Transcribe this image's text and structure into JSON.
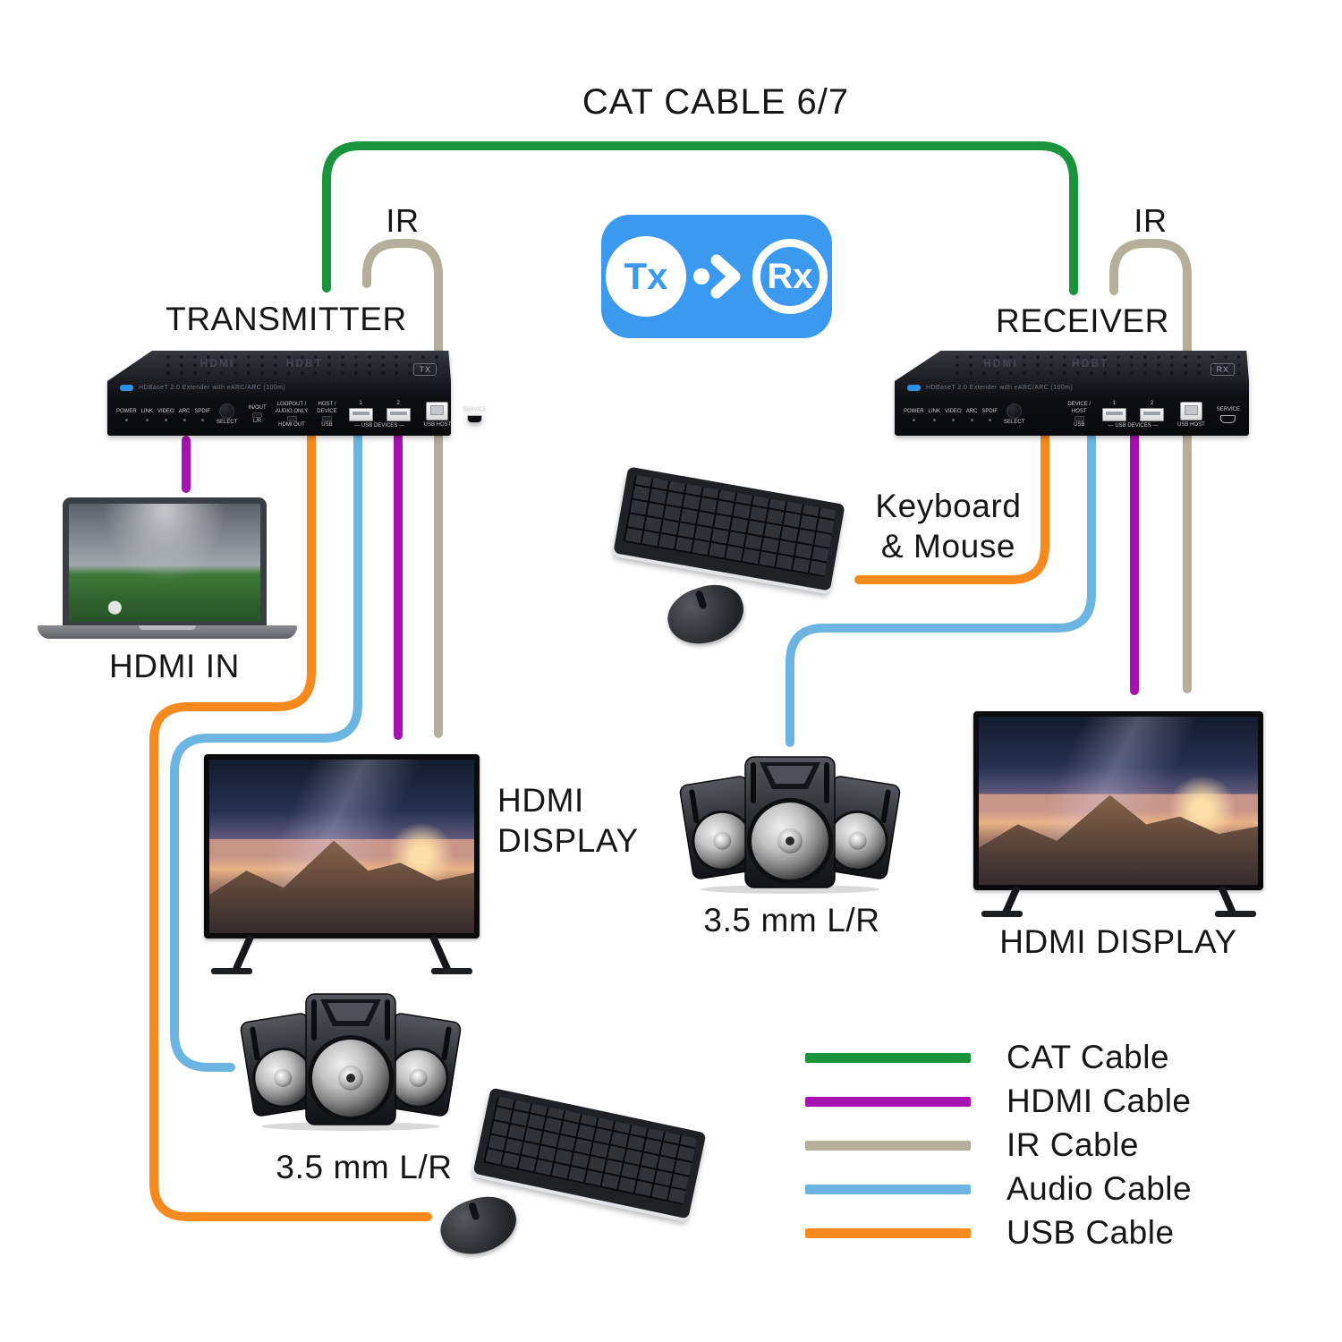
{
  "title": "CAT CABLE 6/7",
  "colors": {
    "cat_cable": "#1A933D",
    "hdmi_cable": "#A811B1",
    "ir_cable": "#B5AE9A",
    "audio_cable": "#6CB5E3",
    "usb_cable": "#F78A1F",
    "badge_blue": "#3B99F0"
  },
  "badge": {
    "tx": "Tx",
    "rx": "Rx"
  },
  "transmitter": {
    "label": "TRANSMITTER",
    "ir_label": "IR",
    "panel": {
      "brand_left": "HDMI",
      "brand_right": "HDBT",
      "edge_text": "HDBaseT 2.0 Extender with eARC/ARC (100m)",
      "badge": "TX",
      "leds": [
        "POWER",
        "LINK",
        "VIDEO",
        "ARC",
        "SPDIF"
      ],
      "select": "SELECT",
      "sw1_top": "IN/OUT",
      "sw1_bottom": "L/R",
      "sw2_top1": "LOOPOUT /",
      "sw2_top2": "AUDIO ONLY",
      "sw2_bottom": "HDMI OUT",
      "sw3_top1": "HOST /",
      "sw3_top2": "DEVICE",
      "sw3_bottom": "USB",
      "port1": "1",
      "port2": "2",
      "ports_caption": "— USB DEVICES —",
      "usb_host": "USB HOST",
      "service": "SERVICE"
    }
  },
  "receiver": {
    "label": "RECEIVER",
    "ir_label": "IR",
    "panel": {
      "brand_left": "HDMI",
      "brand_right": "HDBT",
      "edge_text": "HDBaseT 2.0 Extender with eARC/ARC (100m)",
      "badge": "RX",
      "leds": [
        "POWER",
        "LINK",
        "VIDEO",
        "ARC",
        "SPDIF"
      ],
      "select": "SELECT",
      "sw_top1": "DEVICE /",
      "sw_top2": "HOST",
      "sw_bottom": "USB",
      "port1": "1",
      "port2": "2",
      "ports_caption": "— USB DEVICES —",
      "usb_host": "USB HOST",
      "service": "SERVICE"
    }
  },
  "labels": {
    "hdmi_in": "HDMI IN",
    "keyboard_mouse_line1": "Keyboard",
    "keyboard_mouse_line2": "& Mouse",
    "left_display_line1": "HDMI",
    "left_display_line2": "DISPLAY",
    "right_display": "HDMI DISPLAY",
    "left_speakers": "3.5 mm L/R",
    "middle_speakers": "3.5 mm L/R"
  },
  "legend": {
    "items": [
      {
        "label": "CAT Cable",
        "color": "#1A933D"
      },
      {
        "label": "HDMI Cable",
        "color": "#A811B1"
      },
      {
        "label": "IR Cable",
        "color": "#B5AE9A"
      },
      {
        "label": "Audio Cable",
        "color": "#6CB5E3"
      },
      {
        "label": "USB Cable",
        "color": "#F78A1F"
      }
    ]
  }
}
